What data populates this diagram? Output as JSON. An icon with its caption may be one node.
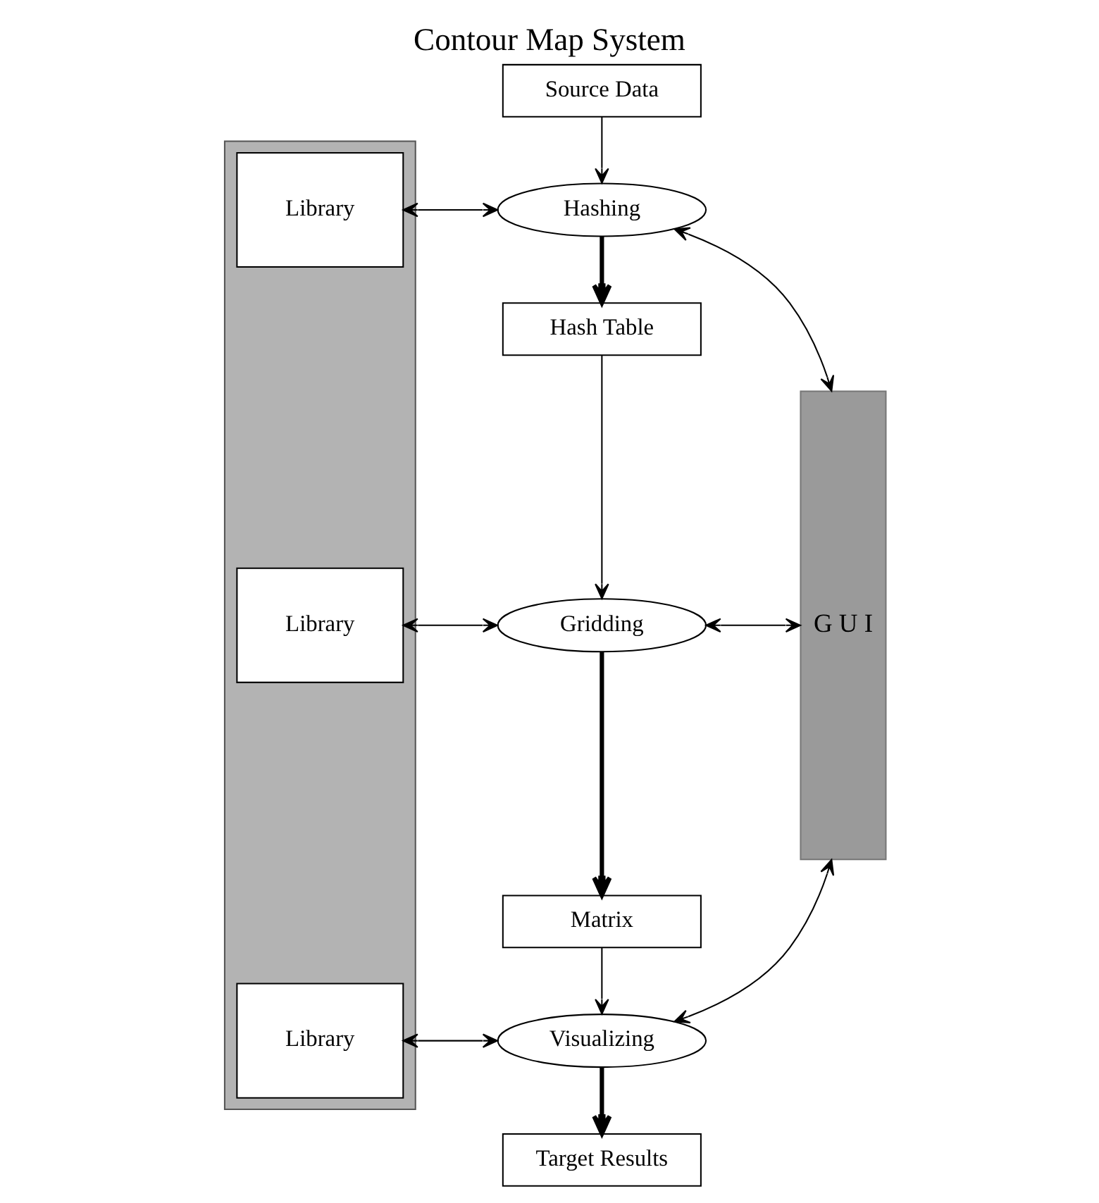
{
  "diagram": {
    "title": "Contour Map System",
    "nodes": [
      {
        "text": [],
        "shape": "box"
      },
      {
        "text": [
          "Library"
        ],
        "in": 0
      },
      {
        "text": [
          "Library"
        ],
        "in": 0
      },
      {
        "text": [
          "Library"
        ],
        "in": 0
      },
      {
        "text": [
          "Source Data"
        ]
      },
      {
        "text": [
          "Hashing"
        ]
      },
      {
        "text": [
          "Hash Table"
        ]
      },
      {
        "text": [
          "Gridding"
        ]
      },
      {
        "text": [
          "Matrix"
        ]
      },
      {
        "text": [
          "Visualizing"
        ]
      },
      {
        "text": [
          "Target Results"
        ]
      },
      {
        "text": [
          "G U I"
        ]
      }
    ],
    "edges": [
      {
        "from": 4,
        "to": 5,
        "arrow": "to"
      },
      {
        "from": 5,
        "to": 6,
        "arrow": "to",
        "style": "thick"
      },
      {
        "from": 6,
        "to": 7,
        "arrow": "to"
      },
      {
        "from": 7,
        "to": 8,
        "arrow": "to",
        "style": "thick"
      },
      {
        "from": 8,
        "to": 9,
        "arrow": "to"
      },
      {
        "from": 9,
        "to": 10,
        "arrow": "to",
        "style": "thick"
      },
      {
        "from": 1,
        "to": 5,
        "arrow": "both"
      },
      {
        "from": 2,
        "to": 7,
        "arrow": "both"
      },
      {
        "from": 3,
        "to": 9,
        "arrow": "both"
      },
      {
        "from": 5,
        "to": 11,
        "arrow": "both"
      },
      {
        "from": 7,
        "to": 11,
        "arrow": "both"
      },
      {
        "from": 9,
        "to": 11,
        "arrow": "both"
      }
    ]
  }
}
